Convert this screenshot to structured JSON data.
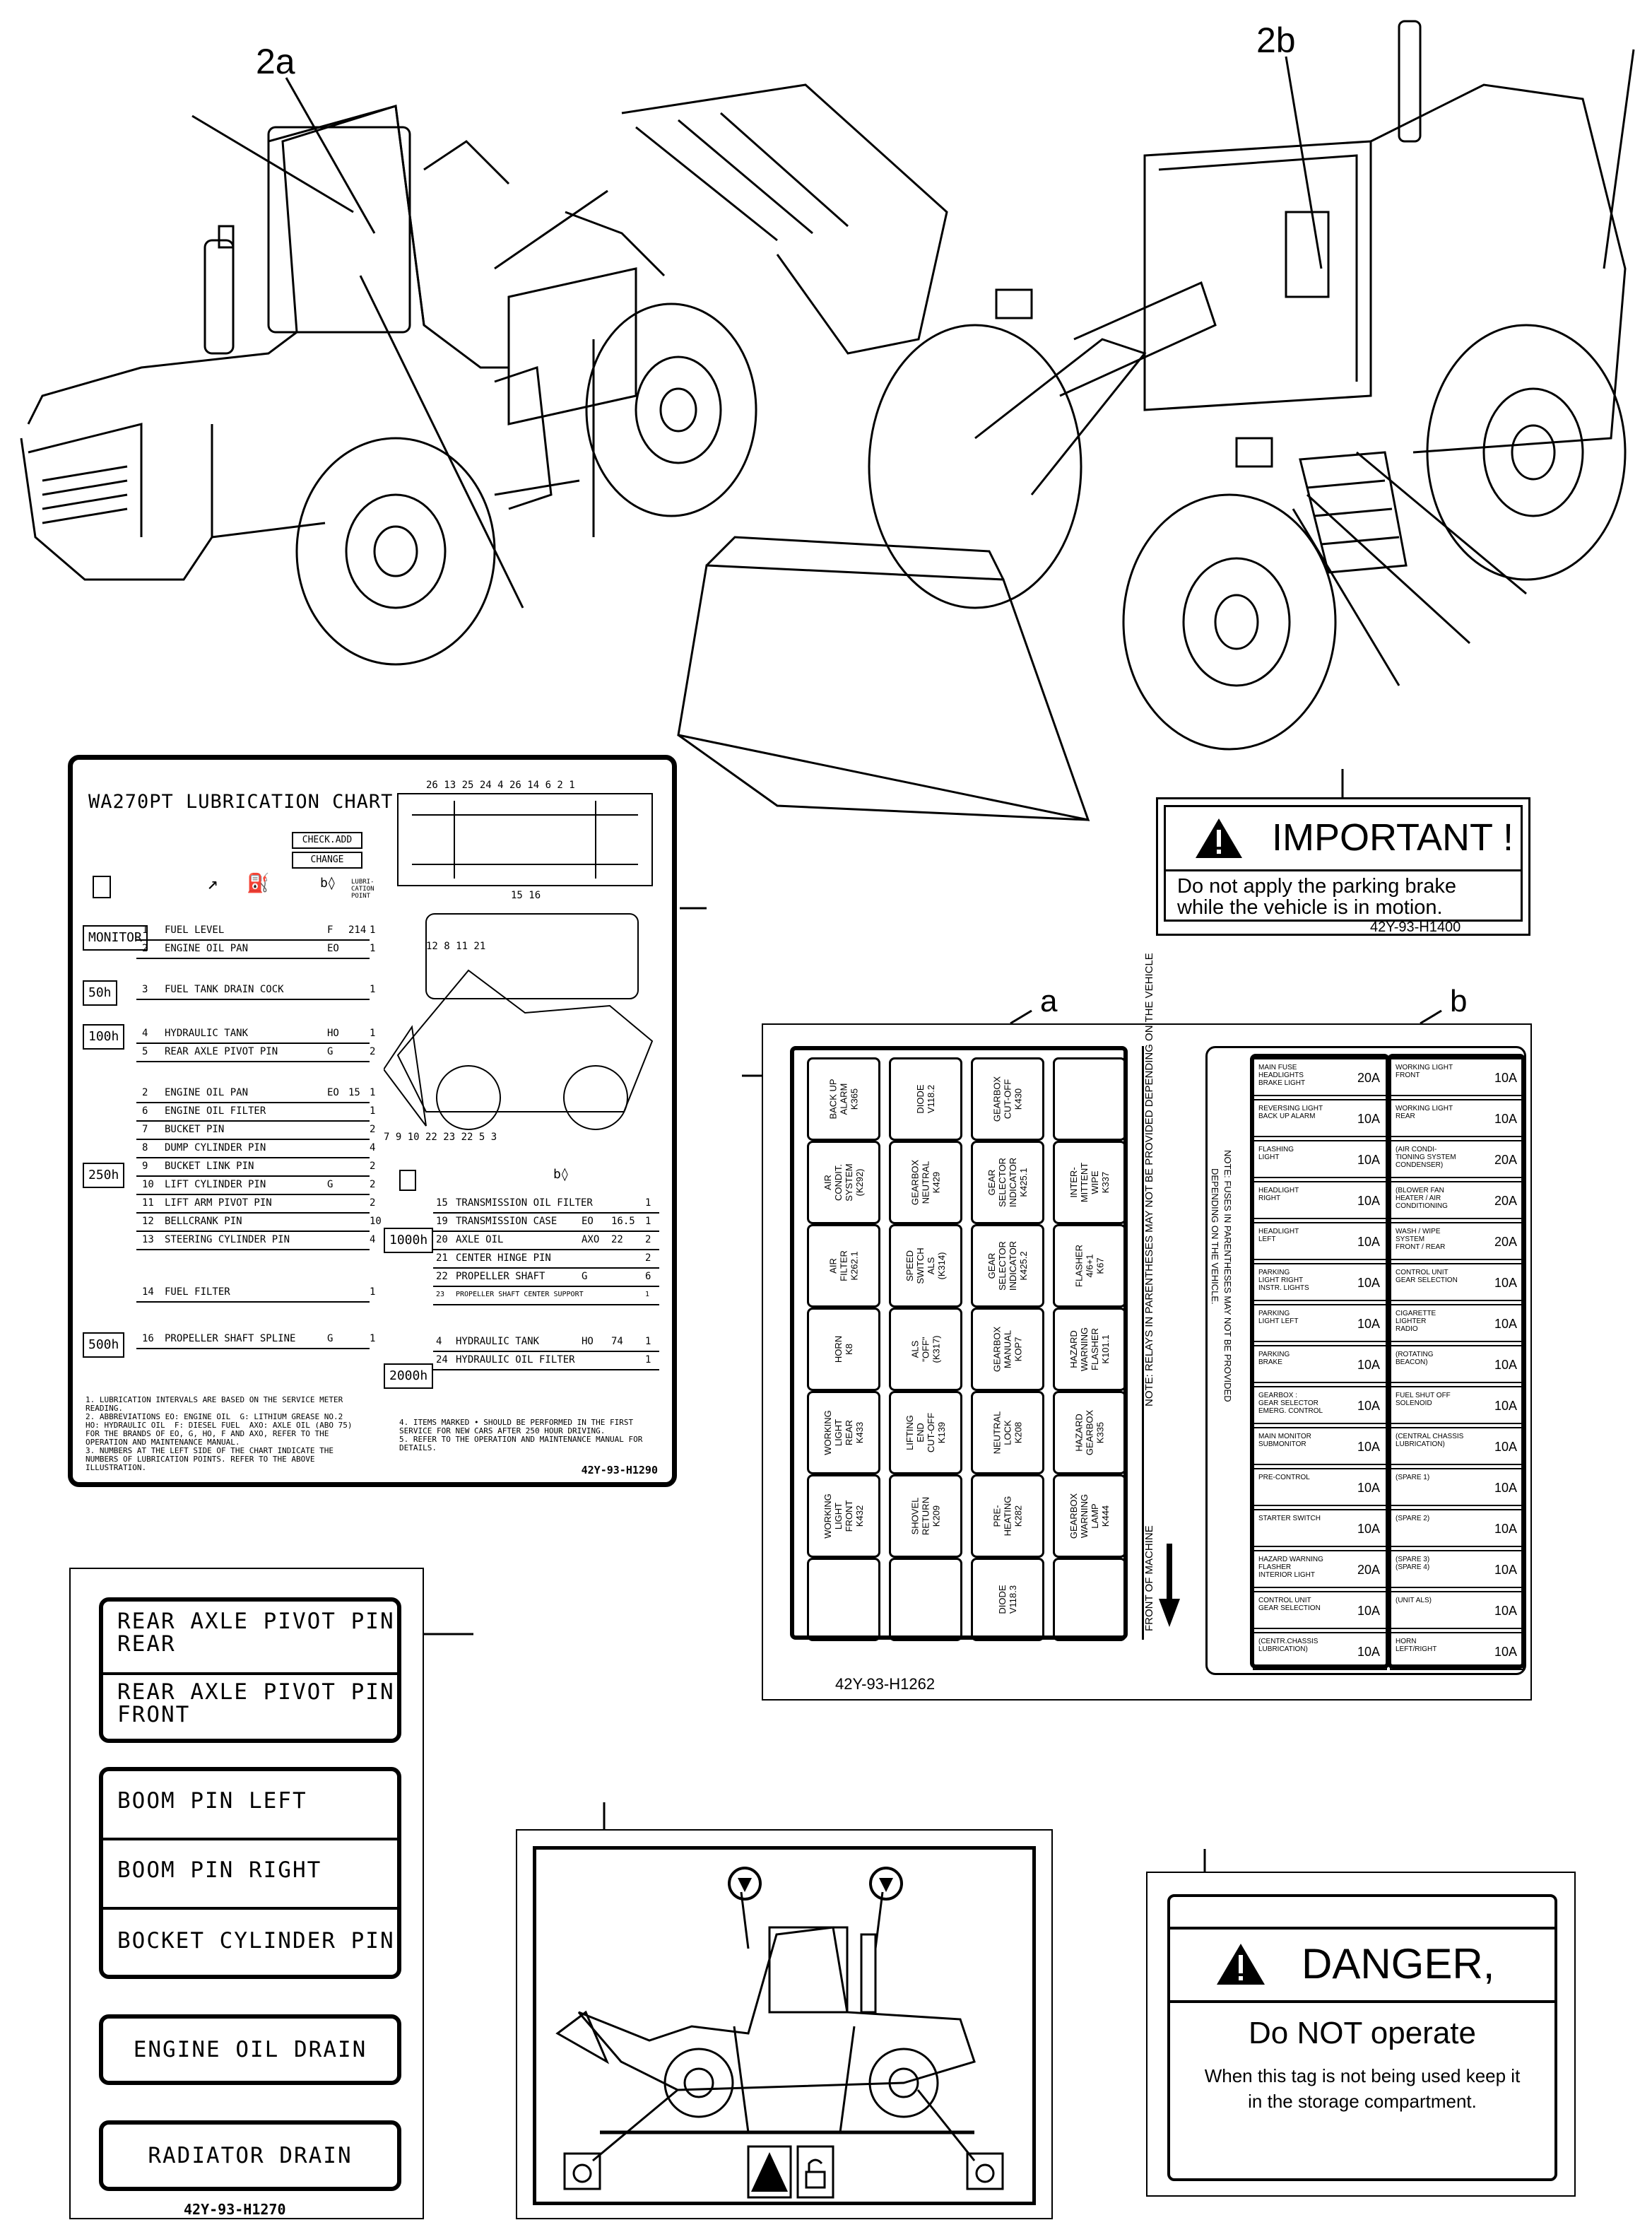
{
  "callouts": {
    "a2": "2a",
    "b2": "2b",
    "fuse_a": "a",
    "fuse_b": "b"
  },
  "important": {
    "heading": "IMPORTANT !",
    "line1": "Do not apply the parking brake",
    "line2": "while the vehicle is in motion.",
    "code": "42Y-93-H1400"
  },
  "lube": {
    "title": "WA270PT LUBRICATION CHART",
    "check_add": "CHECK.ADD",
    "change": "CHANGE",
    "header_small": "LUBRI-CATION POINT",
    "intervals": [
      "MONITOR",
      "50h",
      "100h",
      "250h",
      "500h",
      "1000h",
      "2000h"
    ],
    "rows_left": [
      {
        "n": "1",
        "name": "FUEL LEVEL",
        "oil": "F",
        "q": "214",
        "pts": "1"
      },
      {
        "n": "2",
        "name": "ENGINE OIL PAN",
        "oil": "EO",
        "q": "",
        "pts": "1"
      },
      {
        "n": "3",
        "name": "FUEL TANK DRAIN COCK",
        "oil": "",
        "q": "",
        "pts": "1"
      },
      {
        "n": "4",
        "name": "HYDRAULIC TANK",
        "oil": "HO",
        "q": "",
        "pts": "1"
      },
      {
        "n": "5",
        "name": "REAR AXLE PIVOT PIN",
        "oil": "G",
        "q": "",
        "pts": "2"
      },
      {
        "n": "2",
        "name": "ENGINE OIL PAN",
        "oil": "EO",
        "q": "15",
        "pts": "1"
      },
      {
        "n": "6",
        "name": "ENGINE OIL FILTER",
        "oil": "",
        "q": "",
        "pts": "1"
      },
      {
        "n": "7",
        "name": "BUCKET PIN",
        "oil": "",
        "q": "",
        "pts": "2"
      },
      {
        "n": "8",
        "name": "DUMP CYLINDER PIN",
        "oil": "",
        "q": "",
        "pts": "4"
      },
      {
        "n": "9",
        "name": "BUCKET LINK PIN",
        "oil": "",
        "q": "",
        "pts": "2"
      },
      {
        "n": "10",
        "name": "LIFT CYLINDER PIN",
        "oil": "G",
        "q": "",
        "pts": "2"
      },
      {
        "n": "11",
        "name": "LIFT ARM PIVOT PIN",
        "oil": "",
        "q": "",
        "pts": "2"
      },
      {
        "n": "12",
        "name": "BELLCRANK PIN",
        "oil": "",
        "q": "",
        "pts": "10"
      },
      {
        "n": "13",
        "name": "STEERING CYLINDER PIN",
        "oil": "",
        "q": "",
        "pts": "4"
      },
      {
        "n": "14",
        "name": "FUEL FILTER",
        "oil": "",
        "q": "",
        "pts": "1"
      },
      {
        "n": "16",
        "name": "PROPELLER SHAFT SPLINE",
        "oil": "G",
        "q": "",
        "pts": "1"
      }
    ],
    "rows_right": [
      {
        "n": "15",
        "name": "TRANSMISSION OIL FILTER",
        "oil": "",
        "q": "",
        "pts": "1"
      },
      {
        "n": "19",
        "name": "TRANSMISSION CASE",
        "oil": "EO",
        "q": "16.5",
        "pts": "1"
      },
      {
        "n": "20",
        "name": "AXLE OIL",
        "oil": "AXO",
        "q": "22",
        "pts": "2"
      },
      {
        "n": "21",
        "name": "CENTER HINGE PIN",
        "oil": "",
        "q": "",
        "pts": "2"
      },
      {
        "n": "22",
        "name": "PROPELLER SHAFT",
        "oil": "G",
        "q": "",
        "pts": "6"
      },
      {
        "n": "23",
        "name": "PROPELLER SHAFT CENTER SUPPORT",
        "oil": "",
        "q": "",
        "pts": "1"
      },
      {
        "n": "4",
        "name": "HYDRAULIC TANK",
        "oil": "HO",
        "q": "74",
        "pts": "1"
      },
      {
        "n": "24",
        "name": "HYDRAULIC OIL FILTER",
        "oil": "",
        "q": "",
        "pts": "1"
      }
    ],
    "diagram_top": "26 13 25 24 4   26   14 6 2  1",
    "diagram_bottom": "15 16",
    "diagram_mid": "12   8  11  21",
    "diagram_low": "7  9   10   22   23   22  5  3",
    "notes_left": "1. LUBRICATION INTERVALS ARE BASED ON THE SERVICE METER READING.\n2. ABBREVIATIONS EO: ENGINE OIL  G: LITHIUM GREASE NO.2  HO: HYDRAULIC OIL  F: DIESEL FUEL  AXO: AXLE OIL (ABO 75)  FOR THE BRANDS OF EO, G, HO, F AND AXO, REFER TO THE OPERATION AND MAINTENANCE MANUAL.\n3. NUMBERS AT THE LEFT SIDE OF THE CHART INDICATE THE NUMBERS OF LUBRICATION POINTS. REFER TO THE ABOVE ILLUSTRATION.",
    "notes_right": "4. ITEMS MARKED • SHOULD BE PERFORMED IN THE FIRST SERVICE FOR NEW CARS AFTER 250 HOUR DRIVING.\n5. REFER TO THE OPERATION AND MAINTENANCE MANUAL FOR DETAILS.",
    "code": "42Y-93-H1290"
  },
  "fuse": {
    "code": "42Y-93-H1262",
    "relays": [
      [
        "BACK UP\nALARM\nK365",
        "DIODE\nV118.2",
        "GEARBOX\nCUT-OFF\nK430",
        ""
      ],
      [
        "AIR\nCONDIT.\nSYSTEM\n(K292)",
        "GEARBOX\nNEUTRAL\nK429",
        "GEAR\nSELECTOR\nINDICATOR\nK425.1",
        "INTER-\nMITTENT\nWIPE\nK337"
      ],
      [
        "AIR\nFILTER\nK262.1",
        "SPEED\nSWITCH\nALS\n(K314)",
        "GEAR\nSELECTOR\nINDICATOR\nK425.2",
        "FLASHER\n4/6+1\nK67"
      ],
      [
        "HORN\nK8",
        "ALS\n\"OFF\"\n(K317)",
        "GEARBOX\nMANUAL\nKOP7",
        "HAZARD\nWARNING\nFLASHER\nK101.1"
      ],
      [
        "WORKING\nLIGHT\nREAR\nK433",
        "LIFTING\nEND\nCUT-OFF\nK139",
        "NEUTRAL\nLOCK\nK208",
        "HAZARD\nGEARBOX\nK335"
      ],
      [
        "WORKING\nLIGHT\nFRONT\nK432",
        "SHOVEL\nRETURN\nK209",
        "PRE-\nHEATING\nK282",
        "GEARBOX\nWARNING\nLAMP\nK444"
      ],
      [
        "",
        "",
        "DIODE\nV118.3",
        ""
      ]
    ],
    "note_relays": "NOTE: RELAYS IN PARENTHESES MAY NOT BE PROVIDED DEPENDING ON THE VEHICLE",
    "front": "FRONT OF MACHINE",
    "note_fuses_1": "NOTE: FUSES IN PARENTHESES MAY NOT BE PROVIDED",
    "note_fuses_2": "DEPENDING ON THE VEHICLE.",
    "fuses_left": [
      {
        "l": "MAIN FUSE\nHEADLIGHTS\nBRAKE LIGHT",
        "a": "20A"
      },
      {
        "l": "REVERSING LIGHT\nBACK UP ALARM",
        "a": "10A"
      },
      {
        "l": "FLASHING\nLIGHT",
        "a": "10A"
      },
      {
        "l": "HEADLIGHT\nRIGHT",
        "a": "10A"
      },
      {
        "l": "HEADLIGHT\nLEFT",
        "a": "10A"
      },
      {
        "l": "PARKING\nLIGHT RIGHT\nINSTR. LIGHTS",
        "a": "10A"
      },
      {
        "l": "PARKING\nLIGHT LEFT",
        "a": "10A"
      },
      {
        "l": "PARKING\nBRAKE",
        "a": "10A"
      },
      {
        "l": "GEARBOX :\nGEAR SELECTOR\nEMERG. CONTROL",
        "a": "10A"
      },
      {
        "l": "MAIN MONITOR\nSUBMONITOR",
        "a": "10A"
      },
      {
        "l": "PRE-CONTROL",
        "a": "10A"
      },
      {
        "l": "STARTER SWITCH",
        "a": "10A"
      },
      {
        "l": "HAZARD WARNING\nFLASHER\nINTERIOR LIGHT",
        "a": "20A"
      },
      {
        "l": "CONTROL UNIT\nGEAR SELECTION",
        "a": "10A"
      },
      {
        "l": "(CENTR.CHASSIS\nLUBRICATION)",
        "a": "10A"
      }
    ],
    "fuses_right": [
      {
        "l": "WORKING LIGHT\nFRONT",
        "a": "10A"
      },
      {
        "l": "WORKING LIGHT\nREAR",
        "a": "10A"
      },
      {
        "l": "(AIR CONDI-\nTIONING SYSTEM\nCONDENSER)",
        "a": "20A"
      },
      {
        "l": "(BLOWER FAN\nHEATER / AIR\nCONDITIONING",
        "a": "20A"
      },
      {
        "l": "WASH / WIPE\nSYSTEM\nFRONT / REAR",
        "a": "20A"
      },
      {
        "l": "CONTROL UNIT\nGEAR SELECTION",
        "a": "10A"
      },
      {
        "l": "CIGARETTE\nLIGHTER\nRADIO",
        "a": "10A"
      },
      {
        "l": "(ROTATING\nBEACON)",
        "a": "10A"
      },
      {
        "l": "FUEL SHUT OFF\nSOLENOID",
        "a": "10A"
      },
      {
        "l": "(CENTRAL CHASSIS\nLUBRICATION)",
        "a": "10A"
      },
      {
        "l": "(SPARE 1)",
        "a": "10A"
      },
      {
        "l": "(SPARE 2)",
        "a": "10A"
      },
      {
        "l": "(SPARE 3)\n(SPARE 4)",
        "a": "10A"
      },
      {
        "l": "(UNIT ALS)",
        "a": "10A"
      },
      {
        "l": "HORN\nLEFT/RIGHT",
        "a": "10A"
      }
    ]
  },
  "tags": {
    "t1a": "REAR AXLE PIVOT PIN\nREAR",
    "t1b": "REAR AXLE PIVOT PIN\nFRONT",
    "t2a": "BOOM PIN LEFT",
    "t2b": "BOOM PIN RIGHT",
    "t2c": "BOCKET CYLINDER PIN",
    "t3": "ENGINE OIL DRAIN",
    "t4": "RADIATOR DRAIN",
    "code": "42Y-93-H1270"
  },
  "danger": {
    "heading": "DANGER,",
    "line1": "Do NOT operate",
    "line2": "When this tag is not being used keep it",
    "line3": "in the storage compartment."
  }
}
